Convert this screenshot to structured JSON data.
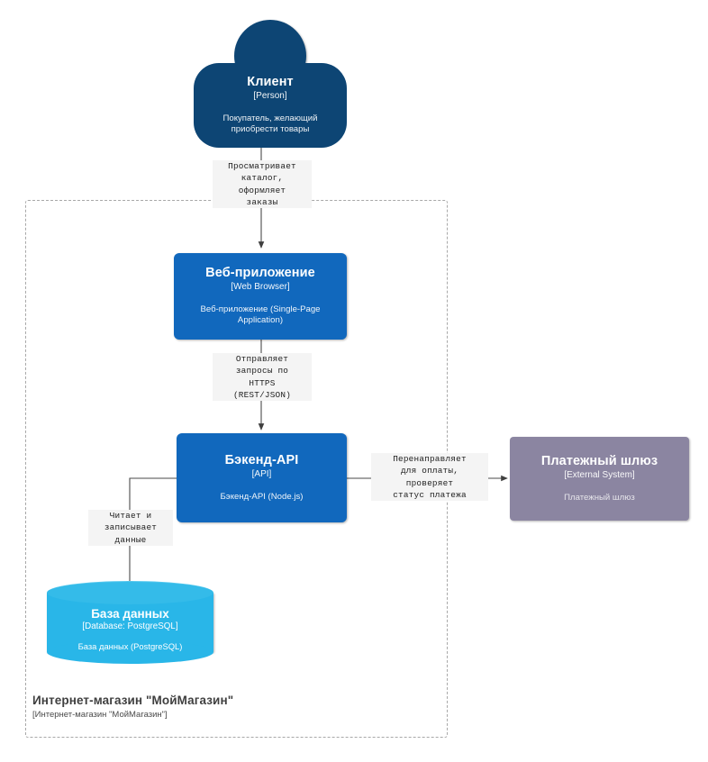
{
  "diagram": {
    "type": "c4-container-diagram",
    "background": "#ffffff"
  },
  "boundary": {
    "label": "Интернет-магазин \"МойМагазин\"",
    "sublabel": "[Интернет-магазин \"МойМагазин\"]",
    "border_color": "#a8a8a8",
    "style": "dashed"
  },
  "nodes": {
    "person": {
      "title": "Клиент",
      "type": "[Person]",
      "description": "Покупатель, желающий приобрести товары",
      "color": "#0d4574",
      "shape": "person"
    },
    "webapp": {
      "title": "Веб-приложение",
      "type": "[Web Browser]",
      "description": "Веб-приложение (Single-Page Application)",
      "color": "#1168bd",
      "shape": "rounded-rect"
    },
    "backend": {
      "title": "Бэкенд-API",
      "type": "[API]",
      "description": "Бэкенд-API (Node.js)",
      "color": "#1168bd",
      "shape": "rounded-rect"
    },
    "database": {
      "title": "База данных",
      "type": "[Database: PostgreSQL]",
      "description": "База данных (PostgreSQL)",
      "color": "#29b6e8",
      "shape": "cylinder"
    },
    "payment": {
      "title": "Платежный шлюз",
      "type": "[External System]",
      "description": "Платежный шлюз",
      "color": "#8b85a1",
      "shape": "rect"
    }
  },
  "edges": {
    "person_to_webapp": {
      "label": "Просматривает\nкаталог,\nоформляет\nзаказы",
      "from": "person",
      "to": "webapp"
    },
    "webapp_to_backend": {
      "label": "Отправляет\nзапросы по\nHTTPS\n(REST/JSON)",
      "from": "webapp",
      "to": "backend"
    },
    "backend_to_database": {
      "label": "Читает и\nзаписывает\nданные",
      "from": "backend",
      "to": "database"
    },
    "backend_to_payment": {
      "label": "Перенаправляет\nдля оплаты,\nпроверяет\nстатус платежа",
      "from": "backend",
      "to": "payment"
    }
  }
}
